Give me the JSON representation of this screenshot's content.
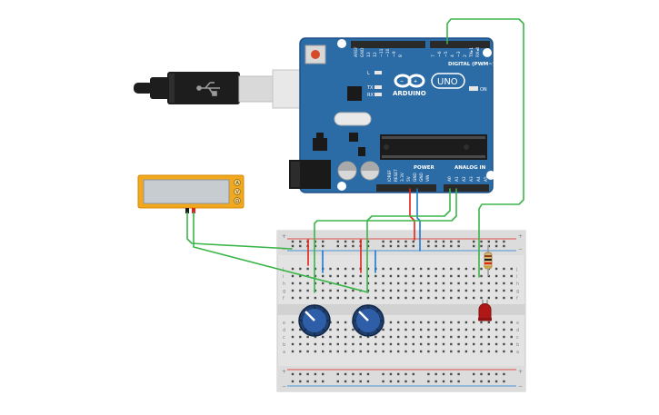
{
  "arduino": {
    "brand": "ARDUINO",
    "model": "UNO",
    "digital_header": "DIGITAL (PWM~)",
    "power_header": "POWER",
    "analog_header": "ANALOG IN",
    "on_label": "ON",
    "tx_label": "TX",
    "rx_label": "RX",
    "l_label": "L",
    "ioref": "IOREF",
    "reset": "RESET",
    "v33": "3.3V",
    "v5": "5V",
    "gnd1": "GND",
    "gnd2": "GND",
    "vin": "VIN",
    "a0": "A0",
    "a1": "A1",
    "a2": "A2",
    "a3": "A3",
    "a4": "A4",
    "a5": "A5",
    "aref": "AREF",
    "gnd_top": "GND",
    "d13": "13",
    "d12": "12",
    "d11": "~11",
    "d10": "~10",
    "d9": "~9",
    "d8": "8",
    "d7": "7",
    "d6": "~6",
    "d5": "~5",
    "d4": "4",
    "d3": "~3",
    "d2": "2",
    "d1": "TX▸1",
    "d0": "RX◂0"
  },
  "breadboard": {
    "rows_left": [
      "a",
      "b",
      "c",
      "d",
      "e"
    ],
    "rows_right": [
      "f",
      "g",
      "h",
      "i",
      "j"
    ],
    "plus": "+",
    "minus": "−"
  },
  "multimeter": {
    "mode_a": "A",
    "mode_v": "V",
    "mode_r": "Ω"
  },
  "colors": {
    "board": "#2b6ba6",
    "board_dark": "#1f5187",
    "wire_green": "#3bb54a",
    "wire_red": "#e2231a",
    "wire_blue": "#1d7bd1",
    "multimeter": "#f2a81d",
    "led": "#b01818"
  },
  "icons": {
    "usb": "usb-icon",
    "infinity": "arduino-logo-icon"
  }
}
